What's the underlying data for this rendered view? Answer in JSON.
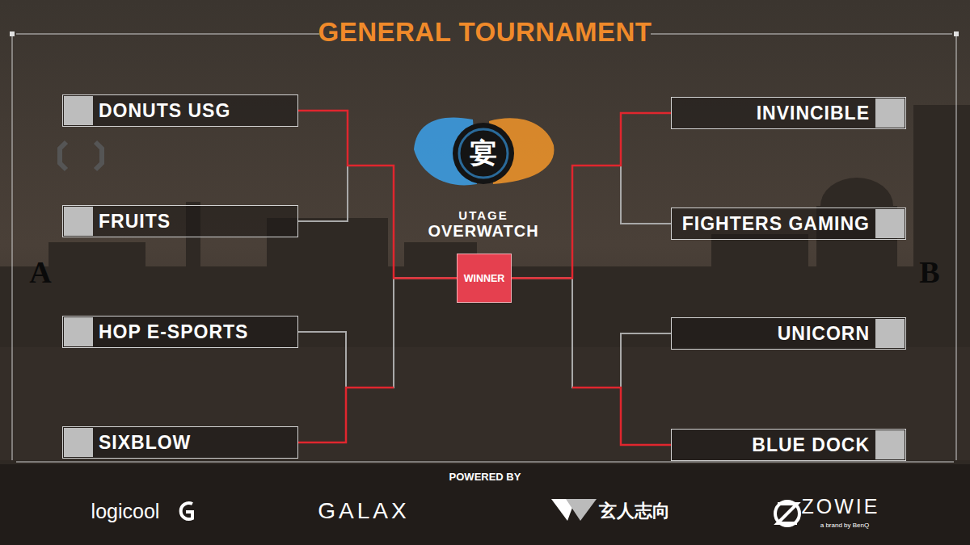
{
  "diagram": {
    "title": "GENERAL TOURNAMENT",
    "nodes": [
      {
        "text": [
          "DONUTS USG"
        ]
      },
      {
        "text": [
          "INVINCIBLE"
        ]
      },
      {
        "text": [
          "FRUITS"
        ]
      },
      {
        "text": [
          "FIGHTERS GAMING"
        ]
      },
      {
        "text": [
          "WINNER"
        ]
      },
      {
        "text": [
          "HOP E-SPORTS"
        ]
      },
      {
        "text": [
          "UNICORN"
        ]
      },
      {
        "text": [
          "SIXBLOW"
        ]
      },
      {
        "text": [
          "BLUE DOCK"
        ]
      }
    ],
    "edges": [
      {
        "from": 0,
        "to": 4,
        "arrow": "none"
      },
      {
        "from": 2,
        "to": 4,
        "arrow": "none"
      },
      {
        "from": 5,
        "to": 4,
        "arrow": "none"
      },
      {
        "from": 7,
        "to": 4,
        "arrow": "none"
      },
      {
        "from": 1,
        "to": 4,
        "arrow": "none"
      },
      {
        "from": 3,
        "to": 4,
        "arrow": "none"
      },
      {
        "from": 6,
        "to": 4,
        "arrow": "none"
      },
      {
        "from": 8,
        "to": 4,
        "arrow": "none"
      }
    ],
    "labels": [
      "宴",
      "UTAGE",
      "OVERWATCH",
      "A",
      "B",
      "POWERED BY",
      "logicool",
      "GALAX",
      "玄人志向",
      "ZOWIE",
      "a brand by BenQ"
    ]
  }
}
